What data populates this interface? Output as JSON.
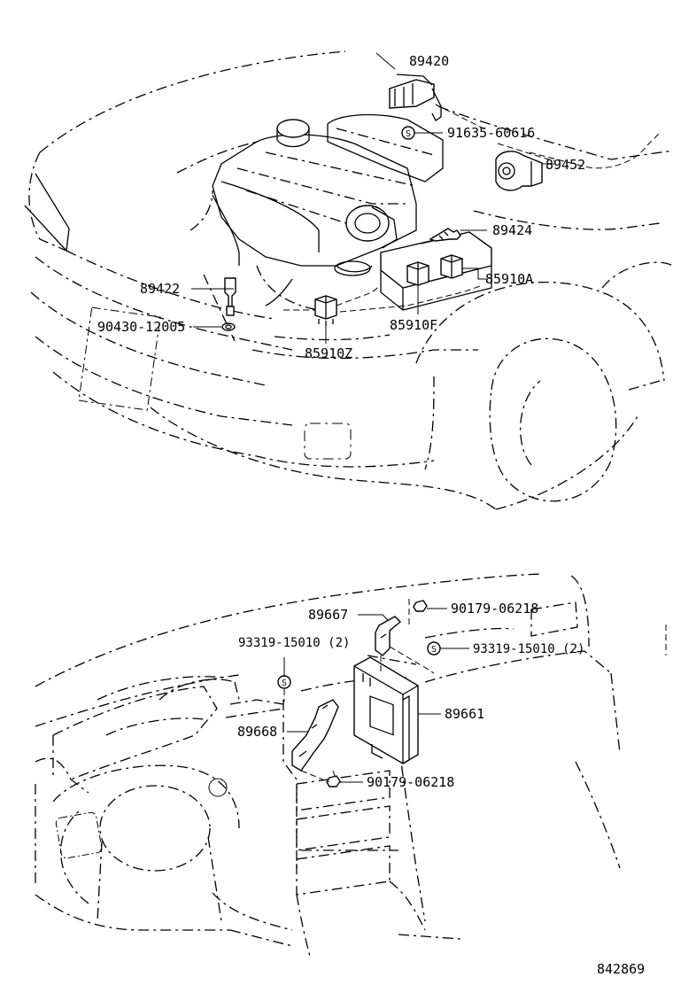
{
  "engine_section": {
    "labels": {
      "p89420": "89420",
      "p91635": "91635-60616",
      "p89452": "89452",
      "p89424": "89424",
      "p89422": "89422",
      "p85910a": "85910A",
      "p90430": "90430-12005",
      "p85910f": "85910F",
      "p85910z": "85910Z"
    },
    "symbols": {
      "s_mark": "S"
    }
  },
  "dash_section": {
    "labels": {
      "p89667": "89667",
      "p90179_top": "90179-06218",
      "p93319_left": "93319-15010 (2)",
      "p93319_right": "93319-15010 (2)",
      "p89661": "89661",
      "p89668": "89668",
      "p90179_bottom": "90179-06218"
    },
    "symbols": {
      "s_mark_left": "S",
      "s_mark_right": "S"
    }
  },
  "illustration_id": "842869"
}
